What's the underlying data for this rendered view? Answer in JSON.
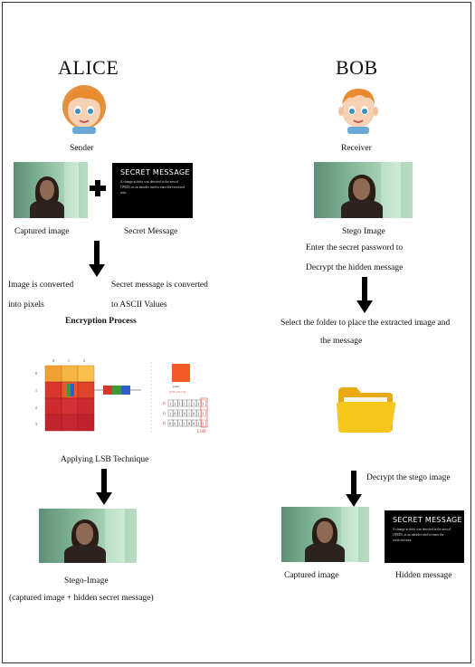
{
  "alice": {
    "title": "ALICE",
    "role": "Sender",
    "captured_label": "Captured image",
    "secret_label": "Secret Message",
    "pixels_note_1": "Image is converted",
    "pixels_note_2": "into pixels",
    "ascii_note_1": "Secret message is converted",
    "ascii_note_2": "to ASCII Values",
    "process_title": "Encryption Process",
    "lsb_label": "Applying LSB Technique",
    "stego_label": "Stego-Image",
    "stego_caption": "(captured image + hidden secret message)"
  },
  "bob": {
    "title": "BOB",
    "role": "Receiver",
    "stego_label": "Stego Image",
    "password_note_1": "Enter the secret password to",
    "password_note_2": "Decrypt  the hidden message",
    "folder_note_1": "Select the folder to place the extracted image and",
    "folder_note_2": "the message",
    "decrypt_note": "Decrypt the stego image",
    "captured_label": "Captured image",
    "hidden_label": "Hidden message"
  },
  "secret_card": {
    "title": "SECRET MESSAGE",
    "body": "A strange activity was detected in the area of CPRIN, as an intruder tried to enter the restricted area."
  },
  "lsb_diagram": {
    "col_idx": [
      "0",
      "1",
      "2"
    ],
    "row_idx": [
      "0",
      "1",
      "2",
      "3"
    ],
    "pixel_caption": "pixel",
    "value_caption": "(255,171,51)",
    "channels": [
      "R",
      "G",
      "B"
    ],
    "channel_bits": [
      [
        "1",
        "1",
        "1",
        "1",
        "1",
        "1",
        "1",
        "1"
      ],
      [
        "1",
        "0",
        "1",
        "0",
        "1",
        "0",
        "1",
        "1"
      ],
      [
        "0",
        "0",
        "1",
        "1",
        "0",
        "0",
        "1",
        "1"
      ]
    ],
    "lsb_tag": "LSB"
  },
  "colors": {
    "arrow": "#000000",
    "folder": "#f6c61c",
    "lsb_red": "#d6453b"
  }
}
